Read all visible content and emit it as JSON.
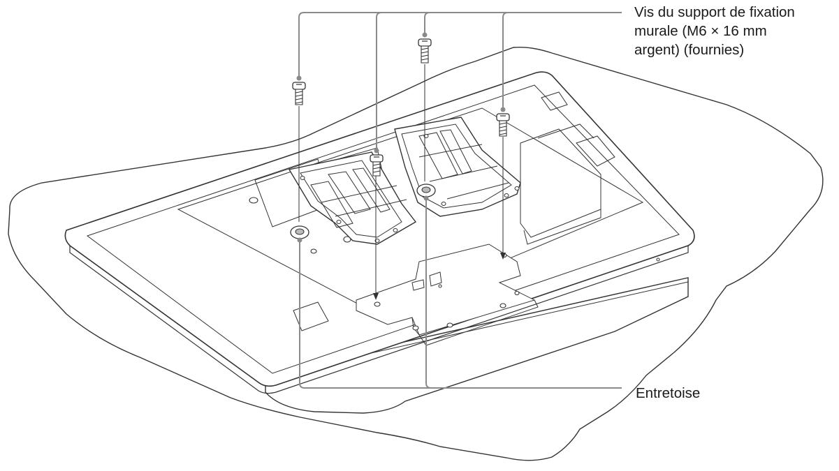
{
  "labels": {
    "screws": {
      "line1": "Vis du support de fixation",
      "line2": "murale (M6 × 16 mm",
      "line3": "argent) (fournies)"
    },
    "spacer": "Entretoise"
  },
  "colors": {
    "line": "#333333",
    "leader": "#888888",
    "panel": "#ffffff",
    "accent": "#9a9a9a"
  }
}
